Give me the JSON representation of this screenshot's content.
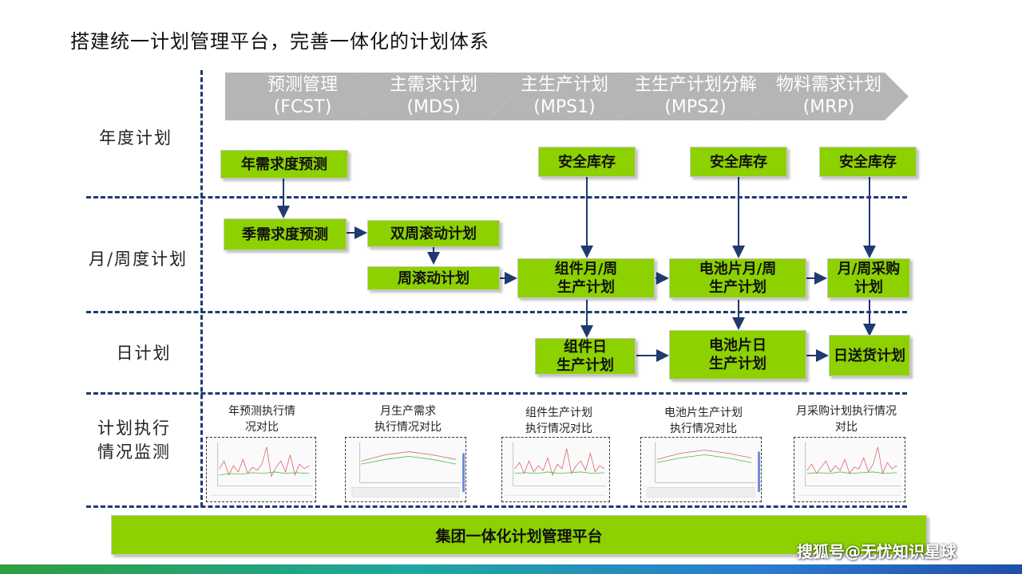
{
  "title": "搭建统一计划管理平台，完善一体化的计划体系",
  "phases": [
    {
      "name": "预测管理",
      "code": "(FCST)"
    },
    {
      "name": "主需求计划",
      "code": "(MDS)"
    },
    {
      "name": "主生产计划",
      "code": "(MPS1)"
    },
    {
      "name": "主生产计划分解",
      "code": "(MPS2)"
    },
    {
      "name": "物料需求计划",
      "code": "(MRP)"
    }
  ],
  "lanes": {
    "annual": "年度计划",
    "monthly": "月/周度计划",
    "daily": "日计划",
    "monitor": "计划执行\n情况监测"
  },
  "boxes": {
    "annual_forecast": "年需求度预测",
    "safety_stock_1": "安全库存",
    "safety_stock_2": "安全库存",
    "safety_stock_3": "安全库存",
    "quarter_forecast": "季需求度预测",
    "biweekly_plan": "双周滚动计划",
    "weekly_plan": "周滚动计划",
    "module_monthly": "组件月/周\n生产计划",
    "cell_monthly": "电池片月/周\n生产计划",
    "purchase_monthly": "月/周采购\n计划",
    "module_daily": "组件日\n生产计划",
    "cell_daily": "电池片日\n生产计划",
    "delivery_daily": "日送货计划"
  },
  "monitors": [
    {
      "caption": "年预测执行情\n况对比"
    },
    {
      "caption": "月生产需求\n执行情况对比"
    },
    {
      "caption": "组件生产计划\n执行情况对比"
    },
    {
      "caption": "电池片生产计划\n执行情况对比"
    },
    {
      "caption": "月采购计划执行情况\n对比"
    }
  ],
  "platform": "集团一体化计划管理平台",
  "watermark": "搜狐号@无忧知识星球",
  "colors": {
    "chevron": "#b5b5b5",
    "box_green": "#8dd100",
    "arrow_navy": "#1f3a6e",
    "separator": "#1f3a6e"
  }
}
